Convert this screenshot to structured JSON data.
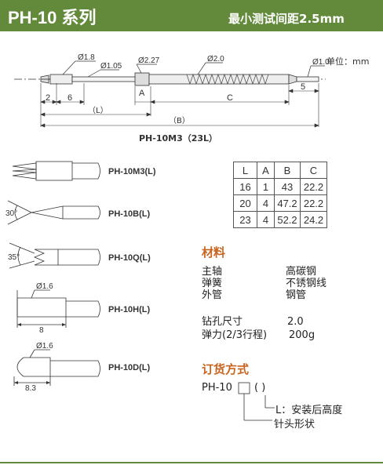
{
  "header": {
    "title": "PH-10 系列",
    "subtitle": "最小测试间距2.5mm"
  },
  "main_drawing": {
    "dia_1_8": "Ø1.8",
    "dia_1_05": "Ø1.05",
    "dia_2_27": "Ø2.27",
    "dia_2_0": "Ø2.0",
    "dia_1_0": "Ø1.0",
    "unit": "单位：mm",
    "dim_2": "2",
    "dim_6": "6",
    "dim_a": "A",
    "dim_c": "C",
    "dim_5": "5",
    "dim_l": "（L）",
    "dim_b": "（B）",
    "model": "PH-10M3（23L）"
  },
  "tips": [
    {
      "label": "PH-10M3(L)"
    },
    {
      "label": "PH-10B(L)",
      "angle": "30°"
    },
    {
      "label": "PH-10Q(L)",
      "angle": "35°"
    },
    {
      "label": "PH-10H(L)",
      "dia": "Ø1.6",
      "len": "8"
    },
    {
      "label": "PH-10D(L)",
      "dia": "Ø1.6",
      "len": "8.3"
    }
  ],
  "spec_table": {
    "headers": [
      "L",
      "A",
      "B",
      "C"
    ],
    "rows": [
      [
        "16",
        "1",
        "43",
        "22.2"
      ],
      [
        "20",
        "4",
        "47.2",
        "22.2"
      ],
      [
        "23",
        "4",
        "52.2",
        "24.2"
      ]
    ]
  },
  "materials": {
    "title": "材料",
    "items": [
      {
        "name": "主轴",
        "value": "高碳钢"
      },
      {
        "name": "弹簧",
        "value": "不锈钢线"
      },
      {
        "name": "外管",
        "value": "钢管"
      }
    ],
    "specs": [
      {
        "name": "钻孔尺寸",
        "value": "2.0"
      },
      {
        "name": "弹力(2/3行程)",
        "value": "200g"
      }
    ]
  },
  "ordering": {
    "title": "订货方式",
    "prefix": "PH-10",
    "paren": "(  )",
    "note_l": "L：安装后高度",
    "note_head": "针头形状"
  },
  "colors": {
    "brand_green": "#638a3a",
    "section_orange": "#c8641e"
  }
}
